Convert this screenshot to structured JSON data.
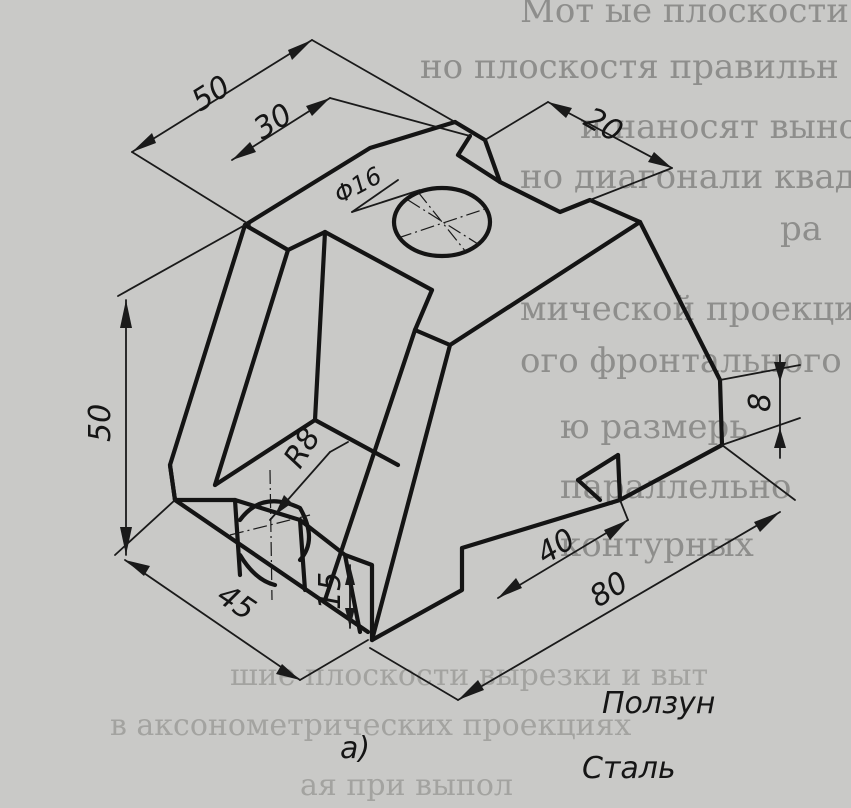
{
  "dimensions": {
    "d50_top": "50",
    "d30": "30",
    "d20": "20",
    "d16": "Φ16",
    "d50_left": "50",
    "d8": "8",
    "dR8": "R8",
    "d40": "40",
    "d45": "45",
    "d15": "15",
    "d80": "80"
  },
  "caption": {
    "figure_label": "а)",
    "part_name": "Ползун",
    "material": "Сталь"
  },
  "background_text": [
    "Мот  ые плоскости в этом",
    "но плоскостя правильн",
    "и наносят выноск  ва по",
    "но диагонали квадра",
    "ра",
    "мической проекции",
    "ого фронтального",
    "ю размерь",
    "параллельно",
    "контурных",
    "шие плоскости вырезки и выт",
    "в аксонометрических проекциях",
    "ая при выпол"
  ]
}
